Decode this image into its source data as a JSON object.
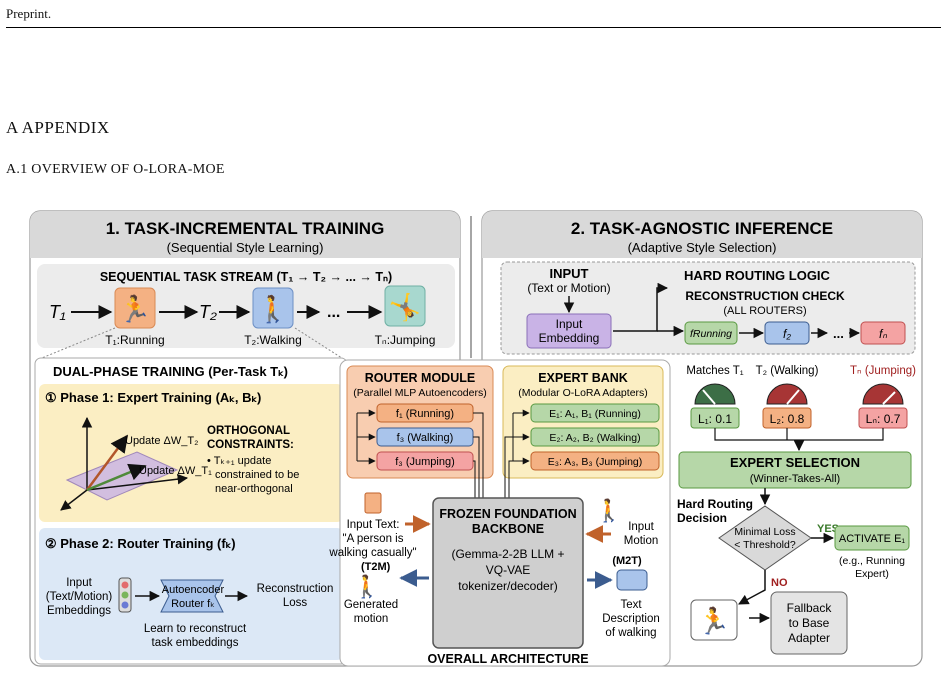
{
  "page": {
    "header": "Preprint.",
    "section": "A APPENDIX",
    "subsection": "A.1 OVERVIEW OF O-LORA-MOE"
  },
  "figure": {
    "left_panel": {
      "title": "1. TASK-INCREMENTAL TRAINING",
      "subtitle": "(Sequential Style Learning)",
      "stream_title": "SEQUENTIAL TASK STREAM (T₁ → T₂ → ... → Tₙ)",
      "t1": "T₁",
      "t2": "T₂",
      "dots": "...",
      "label_running": "T₁:Running",
      "label_walking": "T₂:Walking",
      "label_jumping": "Tₙ:Jumping",
      "dual_title": "DUAL-PHASE TRAINING (Per-Task Tₖ)",
      "phase1_title": "① Phase 1: Expert Training (Aₖ, Bₖ)",
      "update_t2": "Update ΔW_T₂",
      "update_t1": "Update ΔW_T₁",
      "ortho_title_1": "ORTHOGONAL",
      "ortho_title_2": "CONSTRAINTS:",
      "ortho_text_1": "• Tₖ₊₁ update",
      "ortho_text_2": "constrained to be",
      "ortho_text_3": "near-orthogonal",
      "phase2_title": "② Phase 2: Router Training (fₖ)",
      "input_1": "Input",
      "input_2": "(Text/Motion)",
      "input_3": "Embeddings",
      "ae_1": "Autoencoder",
      "ae_2": "Router fₖ",
      "recon_1": "Reconstruction",
      "recon_2": "Loss",
      "learn_1": "Learn to reconstruct",
      "learn_2": "task embeddings"
    },
    "middle": {
      "router_title": "ROUTER MODULE",
      "router_sub": "(Parallel MLP Autoencoders)",
      "r1": "f₁ (Running)",
      "r2": "f₃ (Walking)",
      "r3": "f₃ (Jumping)",
      "expert_title": "EXPERT BANK",
      "expert_sub": "(Modular O-LoRA Adapters)",
      "e1": "E₁: A₁, B₁ (Running)",
      "e2": "E₂: A₂, B₂ (Walking)",
      "e3": "E₃: A₃, B₃ (Jumping)",
      "backbone_1": "FROZEN FOUNDATION",
      "backbone_2": "BACKBONE",
      "backbone_3": "(Gemma-2-2B LLM +",
      "backbone_4": "VQ-VAE",
      "backbone_5": "tokenizer/decoder)",
      "input_text_1": "Input Text:",
      "input_text_2": "\"A person is",
      "input_text_3": "walking casually\"",
      "t2m": "(T2M)",
      "gen_1": "Generated",
      "gen_2": "motion",
      "input_motion_1": "Input",
      "input_motion_2": "Motion",
      "m2t": "(M2T)",
      "desc_1": "Text",
      "desc_2": "Description",
      "desc_3": "of walking",
      "arch_label": "OVERALL ARCHITECTURE"
    },
    "right_panel": {
      "title": "2. TASK-AGNOSTIC INFERENCE",
      "subtitle": "(Adaptive Style Selection)",
      "input_title": "INPUT",
      "input_sub": "(Text or Motion)",
      "embed_1": "Input",
      "embed_2": "Embedding",
      "hrl": "HARD ROUTING LOGIC",
      "rc_1": "RECONSTRUCTION CHECK",
      "rc_2": "(ALL ROUTERS)",
      "f_running": "fRunning",
      "f2": "f₂",
      "fn": "fₙ",
      "dots": "...",
      "matches": "Matches T₁",
      "t2_walking": "T₂ (Walking)",
      "tn_jumping": "Tₙ (Jumping)",
      "l1": "L₁: 0.1",
      "l2": "L₂: 0.8",
      "ln": "Lₙ: 0.7",
      "sel_title": "EXPERT SELECTION",
      "sel_sub": "(Winner-Takes-All)",
      "hrd_1": "Hard Routing",
      "hrd_2": "Decision",
      "min_1": "Minimal Loss",
      "min_2": "< Threshold?",
      "yes": "YES",
      "no": "NO",
      "activate": "ACTIVATE E₁",
      "eg_1": "(e.g., Running",
      "eg_2": "Expert)",
      "fallback_1": "Fallback",
      "fallback_2": "to Base",
      "fallback_3": "Adapter"
    }
  },
  "colors": {
    "orange": "#f4b183",
    "blue": "#a9c4eb",
    "green": "#b6d7a8",
    "teal": "#a8d8cf",
    "purple": "#c9b3e6",
    "red": "#f4a3a3",
    "yellowbg": "#fbeec3",
    "bluebg": "#dce8f6",
    "graybg": "#ececec"
  }
}
